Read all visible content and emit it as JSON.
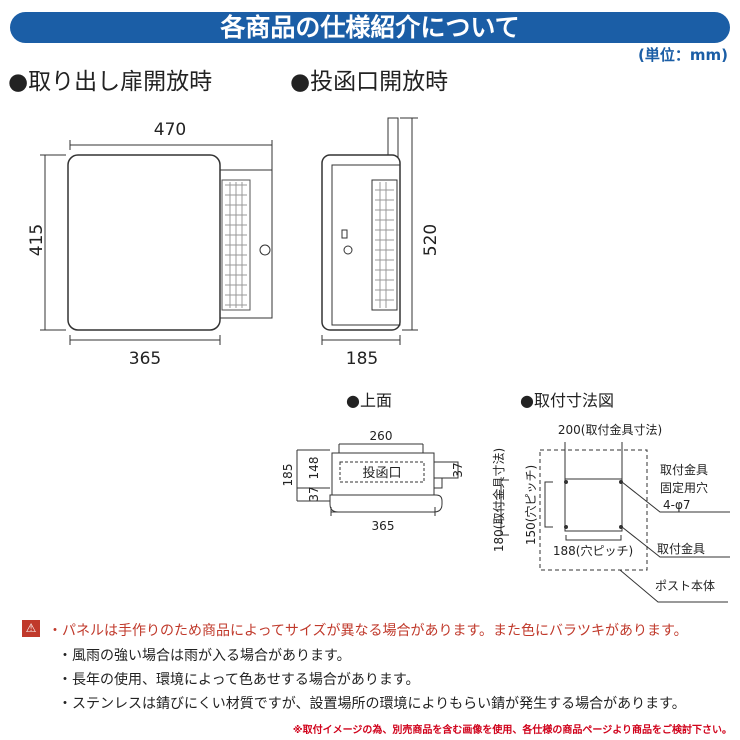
{
  "header": {
    "title": "各商品の仕様紹介について",
    "unit": "(単位：mm)"
  },
  "sections": {
    "door_open": "●取り出し扉開放時",
    "slot_open": "●投函口開放時",
    "top": "●上面",
    "mount": "●取付寸法図"
  },
  "door_view": {
    "width": "470",
    "height": "415",
    "bottom": "365"
  },
  "side_view": {
    "depth": "185",
    "height": "520"
  },
  "top_view": {
    "inner": "260",
    "total_depth": "185",
    "upper": "148",
    "lower": "37",
    "side": "37",
    "width": "365",
    "slot": "投函口"
  },
  "mount_view": {
    "bracket_width": "200(取付金具寸法)",
    "bracket_height": "180(取付金具寸法)",
    "pitch_v": "150(穴ピッチ)",
    "pitch_h": "188(穴ピッチ)",
    "hole_line1": "取付金具",
    "hole_line2": "固定用穴",
    "hole_line3": "4-φ7",
    "bracket": "取付金具",
    "body": "ポスト本体"
  },
  "notes": {
    "warn_icon": "⚠",
    "items": [
      "・パネルは手作りのため商品によってサイズが異なる場合があります。また色にバラツキがあります。",
      "・風雨の強い場合は雨が入る場合があります。",
      "・長年の使用、環境によって色あせする場合があります。",
      "・ステンレスは錆びにくい材質ですが、設置場所の環境によりもらい錆が発生する場合があります。"
    ],
    "footer": "※取付イメージの為、別売商品を含む画像を使用、各仕様の商品ページより商品をご検討下さい。"
  },
  "colors": {
    "brand": "#1b5ea6",
    "warning": "#c0392b"
  }
}
